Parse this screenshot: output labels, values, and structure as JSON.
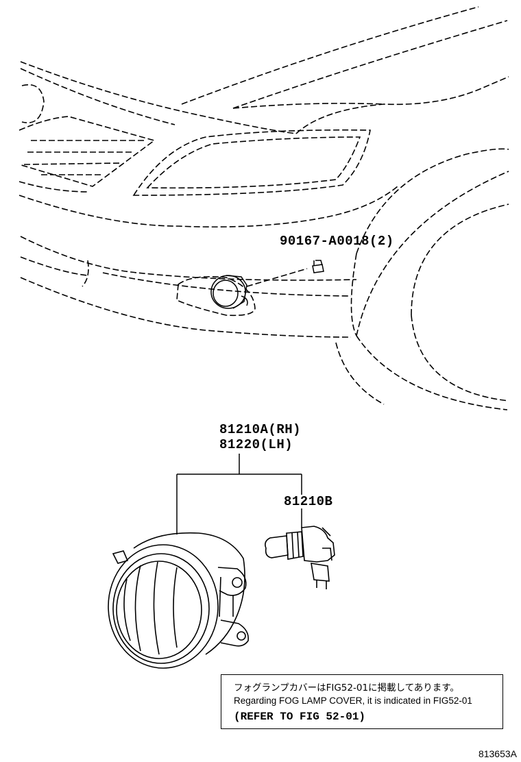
{
  "parts": {
    "bolt": "90167-A0018(2)",
    "fog_lamp_rh": "81210A(RH)",
    "fog_lamp_lh": "81220(LH)",
    "bulb": "81210B"
  },
  "note": {
    "line_jp": "フォグランプカバーはFIG52-01に掲載してあります。",
    "line_en": "Regarding FOG LAMP COVER, it is indicated in FIG52-01",
    "line_ref": "(REFER TO FIG 52-01)"
  },
  "figure_id": "813653A"
}
